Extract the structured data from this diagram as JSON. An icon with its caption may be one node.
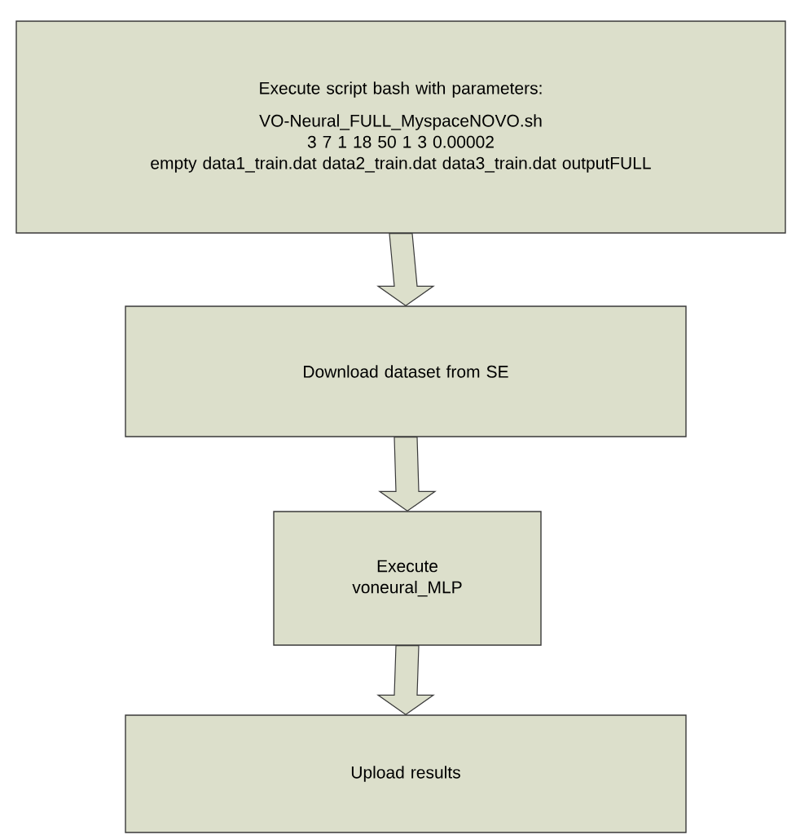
{
  "diagram": {
    "nodes": [
      {
        "text": [
          "Execute script bash with parameters:",
          "VO-Neural_FULL_MyspaceNOVO.sh",
          "3 7 1 18 50 1 3 0.00002",
          "empty data1_train.dat data2_train.dat data3_train.dat outputFULL"
        ]
      },
      {
        "text": [
          "Download dataset from SE"
        ]
      },
      {
        "text": [
          "Execute voneural_MLP"
        ]
      },
      {
        "text": [
          "Upload results"
        ]
      }
    ],
    "edges": [
      {
        "from": 0,
        "to": 1,
        "arrow": "to"
      },
      {
        "from": 1,
        "to": 2,
        "arrow": "to"
      },
      {
        "from": 2,
        "to": 3,
        "arrow": "to"
      }
    ]
  }
}
